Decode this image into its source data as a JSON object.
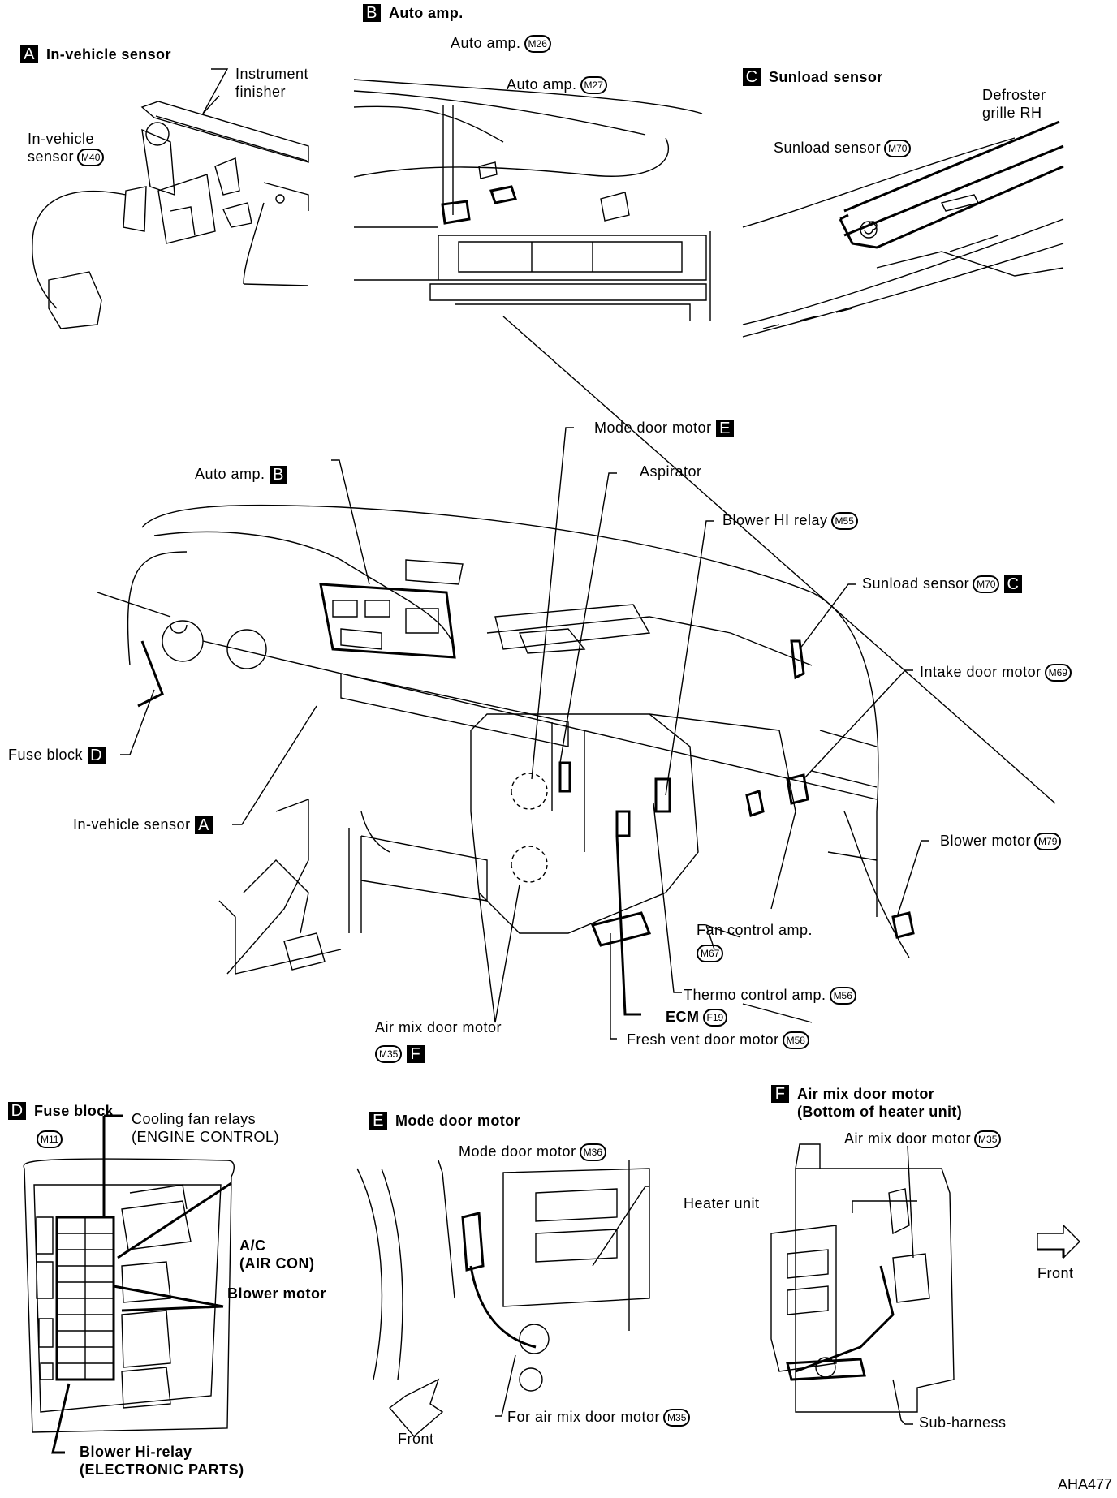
{
  "figure_code": "AHA477",
  "panels": {
    "A": {
      "badge": "A",
      "title": "In-vehicle sensor",
      "labels": {
        "instrument_finisher": [
          "Instrument",
          "finisher"
        ],
        "sensor": [
          "In-vehicle",
          "sensor"
        ],
        "sensor_connector": "M40"
      }
    },
    "B": {
      "badge": "B",
      "title": "Auto amp.",
      "labels": {
        "auto_amp_1": "Auto amp.",
        "auto_amp_1_connector": "M26",
        "auto_amp_2": "Auto amp.",
        "auto_amp_2_connector": "M27"
      }
    },
    "C": {
      "badge": "C",
      "title": "Sunload sensor",
      "labels": {
        "defroster": [
          "Defroster",
          "grille RH"
        ],
        "sunload": "Sunload sensor",
        "sunload_connector": "M70"
      }
    },
    "main": {
      "mode_door_motor": "Mode door motor",
      "mode_door_motor_badge": "E",
      "aspirator": "Aspirator",
      "auto_amp": "Auto amp.",
      "auto_amp_badge": "B",
      "blower_hi_relay": "Blower HI relay",
      "blower_hi_relay_connector": "M55",
      "sunload_sensor": "Sunload sensor",
      "sunload_sensor_connector": "M70",
      "sunload_sensor_badge": "C",
      "intake_door_motor": "Intake door motor",
      "intake_door_motor_connector": "M69",
      "fuse_block": "Fuse block",
      "fuse_block_badge": "D",
      "in_vehicle_sensor": "In-vehicle sensor",
      "in_vehicle_sensor_badge": "A",
      "blower_motor": "Blower motor",
      "blower_motor_connector": "M79",
      "fan_control_amp": "Fan control amp.",
      "fan_control_amp_connector": "M67",
      "thermo_control_amp": "Thermo control amp.",
      "thermo_control_amp_connector": "M56",
      "ecm": "ECM",
      "ecm_connector": "F19",
      "fresh_vent_door_motor": "Fresh vent door motor",
      "fresh_vent_door_motor_connector": "M58",
      "air_mix_door_motor": "Air mix door motor",
      "air_mix_door_motor_connector": "M35",
      "air_mix_door_motor_badge": "F"
    },
    "D": {
      "badge": "D",
      "title": "Fuse block",
      "connector": "M11",
      "labels": {
        "cooling_fan_relays": [
          "Cooling fan relays",
          "(ENGINE CONTROL)"
        ],
        "ac": [
          "A/C",
          "(AIR CON)"
        ],
        "blower_motor": "Blower motor",
        "blower_hi_relay": [
          "Blower Hi-relay",
          "(ELECTRONIC PARTS)"
        ]
      }
    },
    "E": {
      "badge": "E",
      "title": "Mode door motor",
      "labels": {
        "mode_door_motor": "Mode door motor",
        "mode_door_motor_connector": "M36",
        "heater_unit": "Heater unit",
        "for_air_mix": "For air mix door motor",
        "for_air_mix_connector": "M35",
        "front": "Front"
      }
    },
    "F": {
      "badge": "F",
      "title": [
        "Air mix door motor",
        "(Bottom of heater unit)"
      ],
      "labels": {
        "air_mix_door_motor": "Air mix door motor",
        "air_mix_door_motor_connector": "M35",
        "sub_harness": "Sub-harness",
        "front": "Front"
      }
    }
  }
}
